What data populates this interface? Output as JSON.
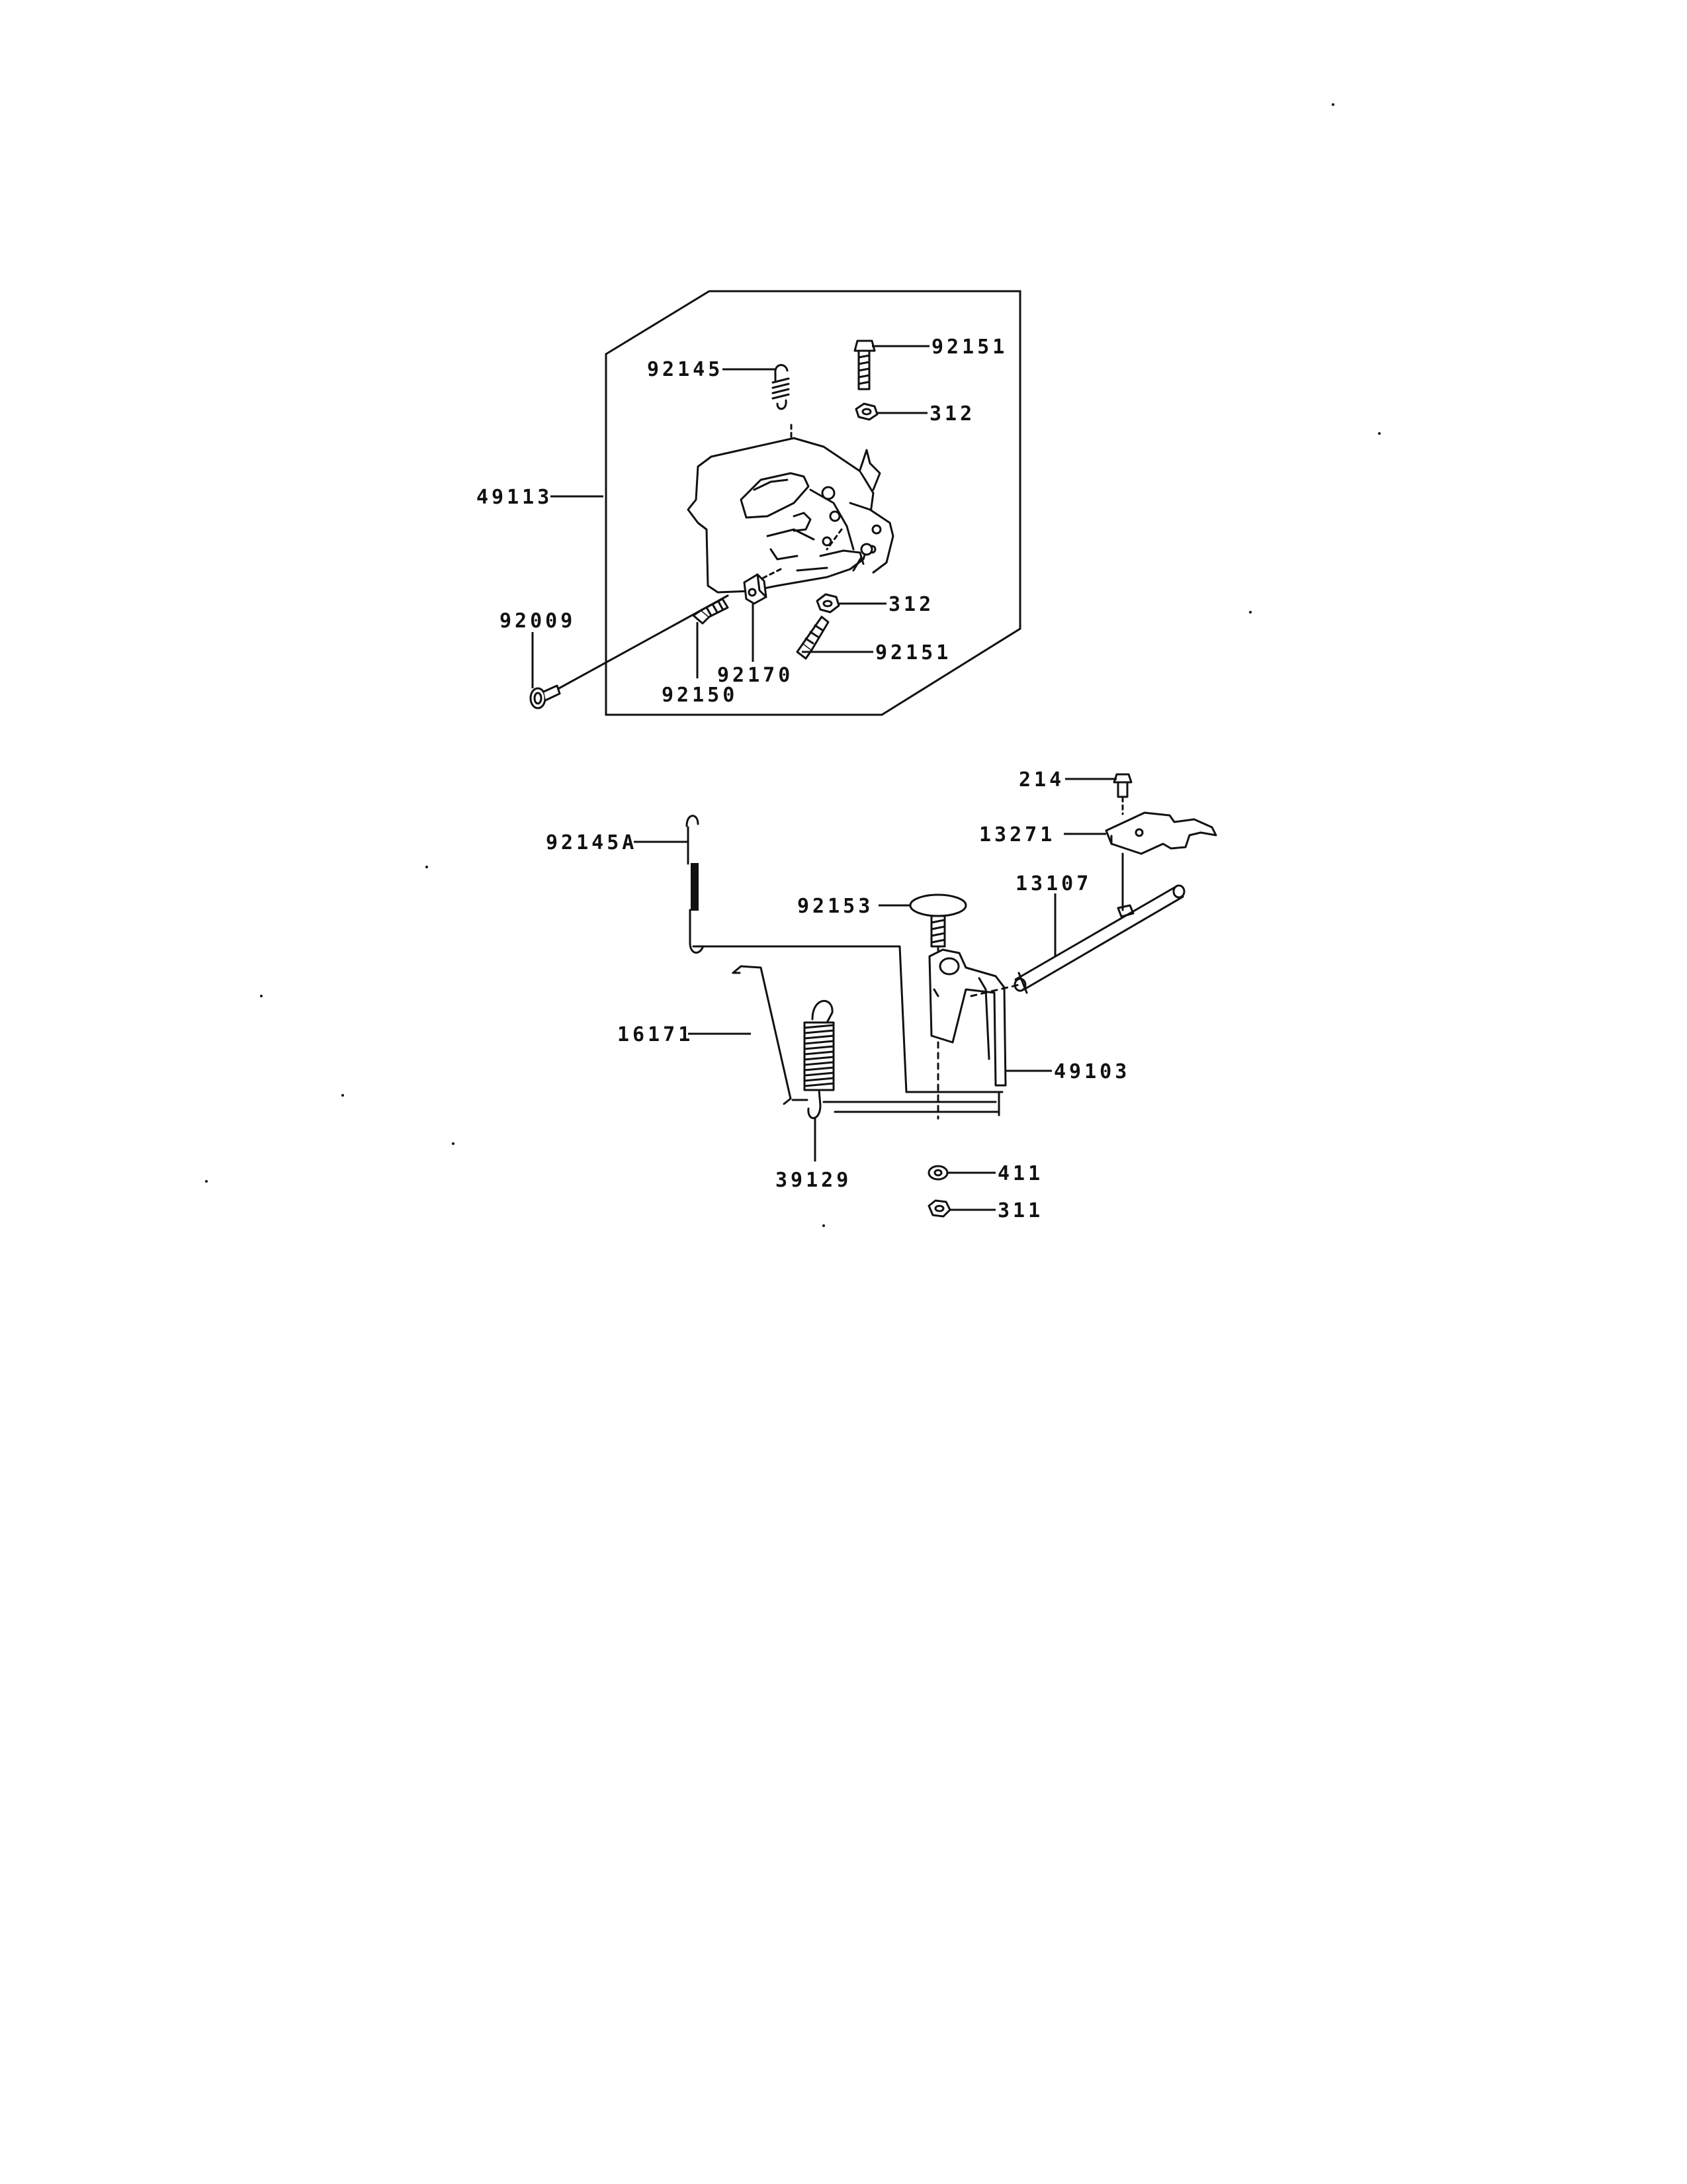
{
  "labels": {
    "p92151_top": "92151",
    "p92145": "92145",
    "p312_top": "312",
    "p49113": "49113",
    "p312_bottom": "312",
    "p92009": "92009",
    "p92151_bottom": "92151",
    "p92170": "92170",
    "p92150": "92150",
    "p214": "214",
    "p92145A": "92145A",
    "p13271": "13271",
    "p13107": "13107",
    "p92153": "92153",
    "p16171": "16171",
    "p49103": "49103",
    "p39129": "39129",
    "p411": "411",
    "p311": "311"
  }
}
